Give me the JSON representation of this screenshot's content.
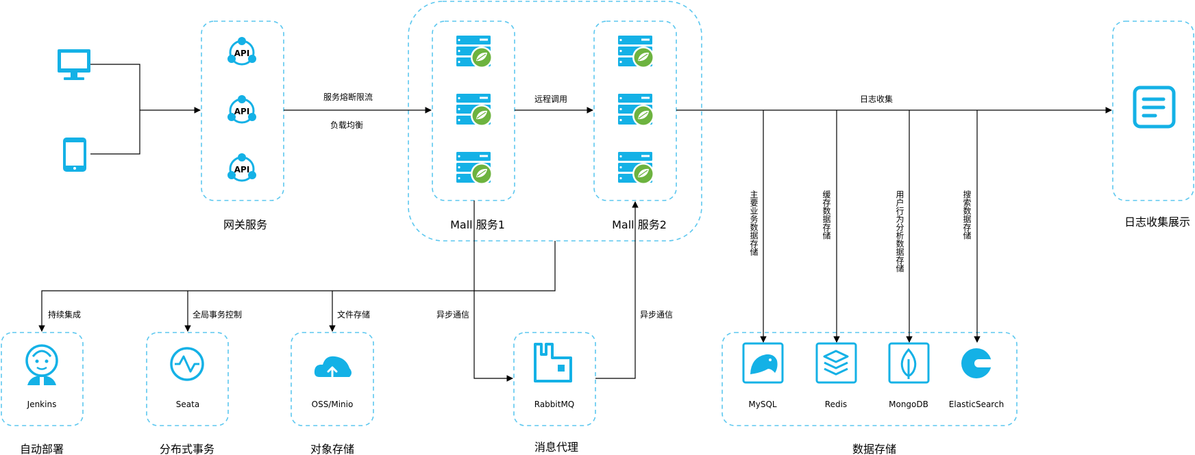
{
  "gateway": {
    "label": "网关服务"
  },
  "mall1": {
    "label": "Mall 服务1"
  },
  "mall2": {
    "label": "Mall 服务2"
  },
  "log_display": {
    "label": "日志收集展示"
  },
  "edges": {
    "circuit_breaker": "服务熔断限流",
    "load_balance": "负载均衡",
    "remote_call": "远程调用",
    "log_collect": "日志收集",
    "async_msg_1": "异步通信",
    "async_msg_2": "异步通信",
    "ci": "持续集成",
    "global_tx": "全局事务控制",
    "file_storage": "文件存储",
    "main_data_storage": "主要业务数据存储",
    "cache_storage": "缓存数据存储",
    "behavior_storage": "用户行为分析数据存储",
    "search_storage": "搜索数据存储"
  },
  "components": {
    "jenkins": "Jenkins",
    "seata": "Seata",
    "oss": "OSS/Minio",
    "rabbitmq": "RabbitMQ",
    "mysql": "MySQL",
    "redis": "Redis",
    "mongodb": "MongoDB",
    "elasticsearch": "ElasticSearch"
  },
  "groups": {
    "auto_deploy": "自动部署",
    "distributed_tx": "分布式事务",
    "object_storage": "对象存储",
    "message_broker": "消息代理",
    "data_storage": "数据存储"
  },
  "api_icon_text": "API",
  "colors": {
    "accent": "#14b1e6",
    "dashed_border": "#5bc7ef",
    "spring_green": "#6db33f"
  }
}
